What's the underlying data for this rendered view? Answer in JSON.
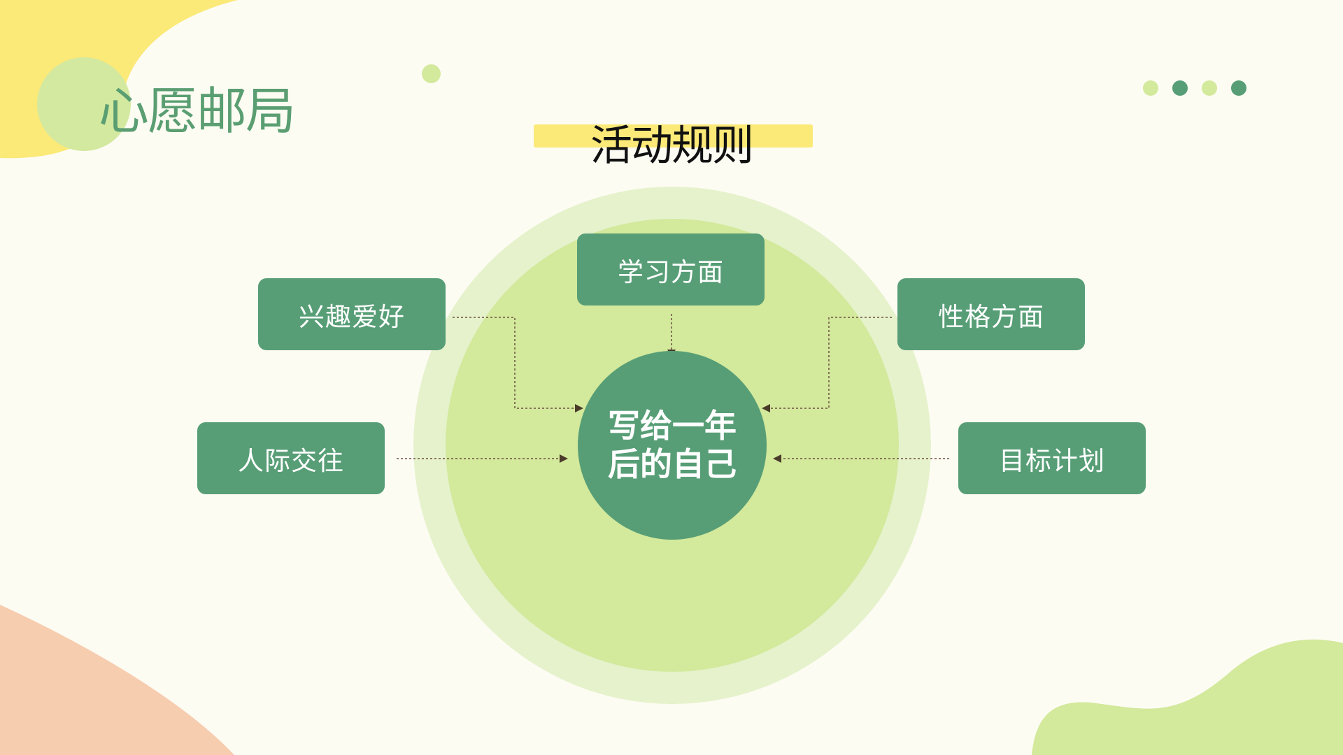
{
  "header": {
    "brand": "心愿邮局",
    "title": "活动规则"
  },
  "diagram": {
    "center": {
      "line1": "写给一年",
      "line2": "后的自己"
    },
    "nodes": [
      "学习方面",
      "兴趣爱好",
      "性格方面",
      "人际交往",
      "目标计划"
    ]
  },
  "colors": {
    "primary": "#579e76",
    "light_green": "#d3e99c",
    "yellow": "#fbe978",
    "peach": "#f7cdb0",
    "background": "#fdfcf3"
  }
}
